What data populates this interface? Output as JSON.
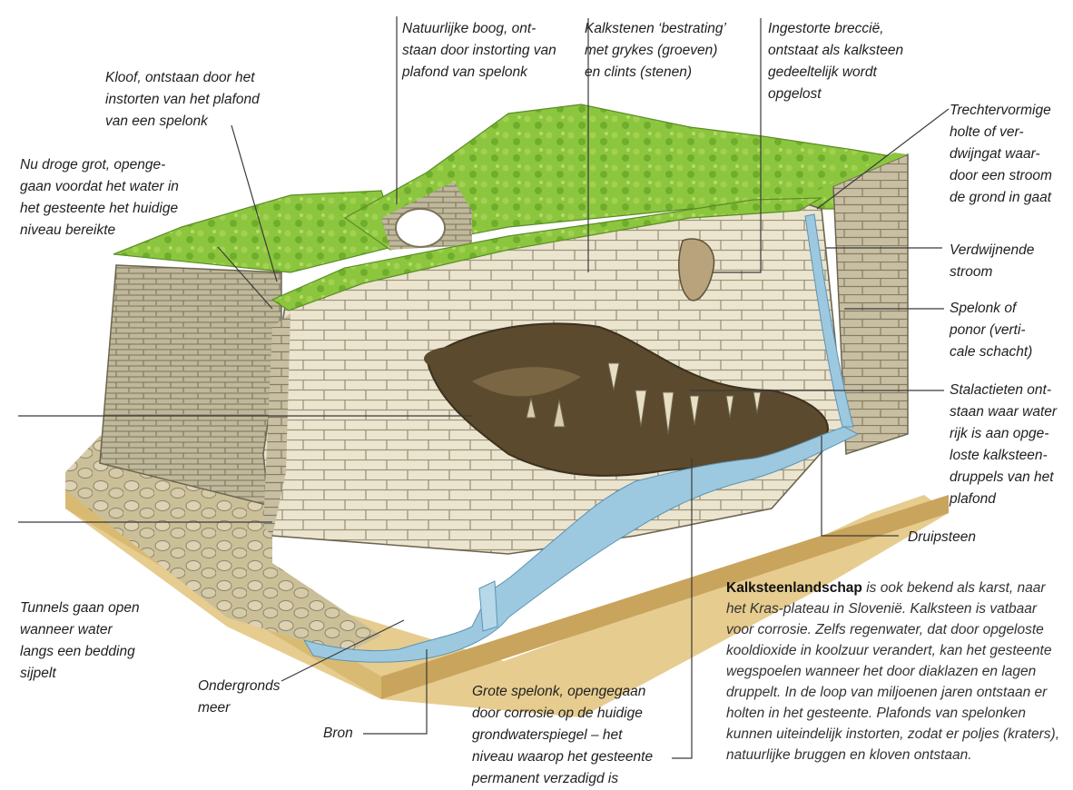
{
  "labels": {
    "kloof": "Kloof, ontstaan door het\ninstorten van het plafond\nvan een spelonk",
    "droge_grot": "Nu droge grot, openge-\ngaan voordat het water in\nhet gesteente het huidige\nniveau bereikte",
    "boog": "Natuurlijke boog, ont-\nstaan door instorting van\nplafond van spelonk",
    "bestrating": "Kalkstenen ‘bestrating’\nmet grykes (groeven)\nen clints (stenen)",
    "breccie": "Ingestorte breccië,\nontstaat als kalksteen\ngedeeltelijk wordt\nopgelost",
    "trechter": "Trechtervormige\nholte of ver-\ndwijngat waar-\ndoor een stroom\nde grond in gaat",
    "verdwijnende": "Verdwijnende\nstroom",
    "spelonk_ponor": "Spelonk of\nponor (verti-\ncale schacht)",
    "stalactieten": "Stalactieten ont-\nstaan waar water\nrijk is aan opge-\nloste kalksteen-\ndruppels van het\nplafond",
    "druipsteen": "Druipsteen",
    "tunnels": "Tunnels gaan open\nwanneer water\nlangs een bedding\nsijpelt",
    "meer": "Ondergronds\nmeer",
    "bron": "Bron",
    "grote_spelonk": "Grote spelonk, opengegaan\ndoor corrosie op de huidige\ngrondwaterspiegel – het\nniveau waarop het gesteente\npermanent verzadigd is"
  },
  "description": {
    "term": "Kalksteenlandschap",
    "body": " is ook bekend als karst, naar het Kras-plateau in Slovenië. Kalksteen is vatbaar voor corrosie. Zelfs regenwater, dat door opgeloste kooldioxide in koolzuur verandert, kan het gesteente wegspoelen wanneer het door diaklazen en lagen druppelt. In de loop van miljoenen jaren ontstaan er holten in het gesteente. Plafonds van spelonken kunnen uiteindelijk instorten, zodat er poljes (kraters), natuurlijke bruggen en kloven ontstaan."
  },
  "colors": {
    "grass": "#8cc63f",
    "limestone": "#e9e2cc",
    "soil": "#e3c98f",
    "water": "#9cc9df"
  }
}
